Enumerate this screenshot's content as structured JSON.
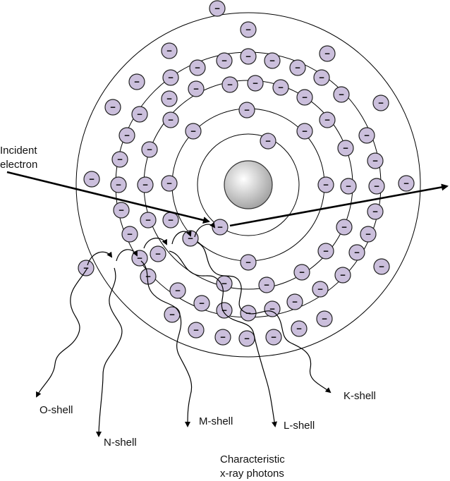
{
  "labels": {
    "incident_line1": "Incident",
    "incident_line2": "electron",
    "o_shell": "O-shell",
    "n_shell": "N-shell",
    "m_shell": "M-shell",
    "l_shell": "L-shell",
    "k_shell": "K-shell",
    "photons_line1": "Characteristic",
    "photons_line2": "x-ray photons"
  },
  "electron_symbol": "−",
  "colors": {
    "electron_fill": "#cbbfdc",
    "electron_stroke": "#222222",
    "nucleus_light": "#ffffff",
    "nucleus_dark": "#9a9a9a",
    "line": "#000000"
  }
}
